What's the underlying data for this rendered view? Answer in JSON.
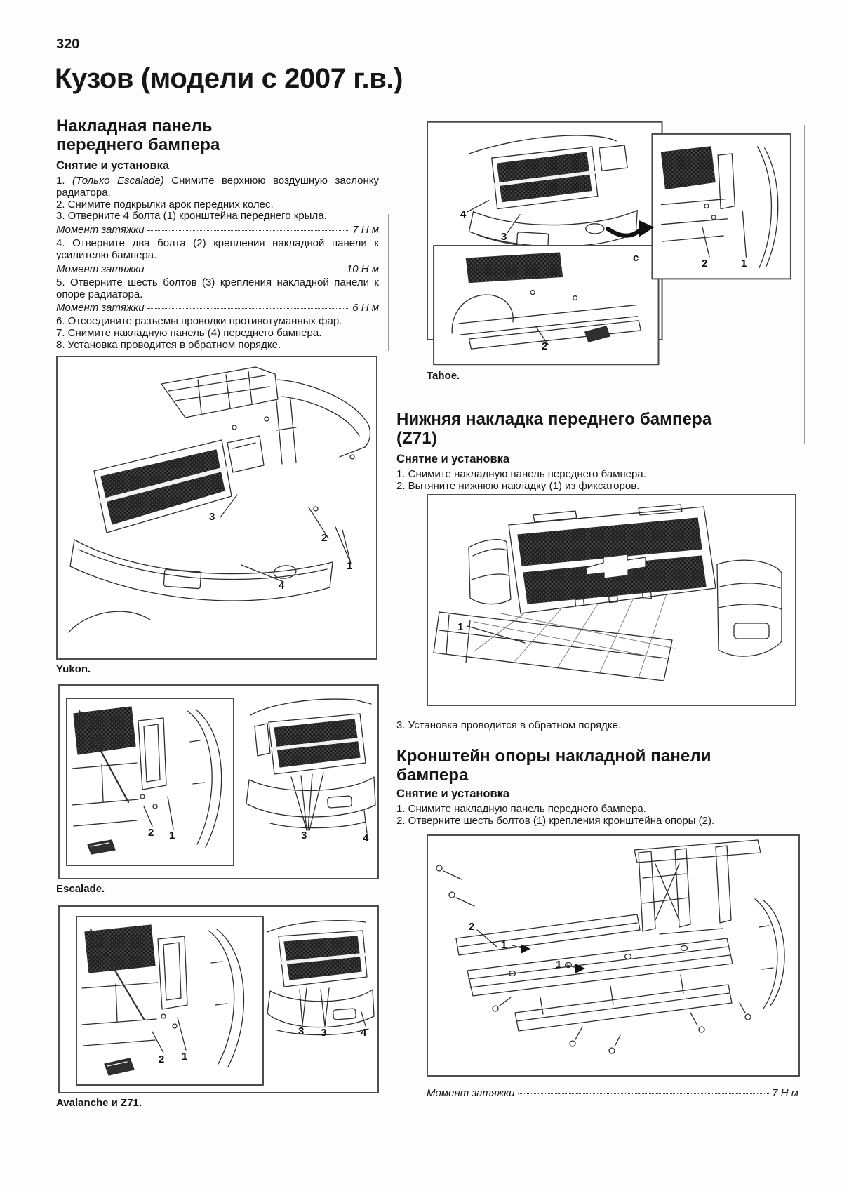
{
  "page": {
    "number": "320",
    "title": "Кузов (модели с 2007 г.в.)"
  },
  "left": {
    "heading1": "Накладная панель",
    "heading2": "переднего бампера",
    "sub": "Снятие и установка",
    "step1_num": "1.",
    "step1_italic": "(Только Escalade)",
    "step1_text": "Снимите верхнюю воздушную заслонку радиатора.",
    "step2": "2. Снимите подкрылки арок передних колес.",
    "step3": "3. Отверните 4 болта (1) кронштейна переднего крыла.",
    "torque1_label": "Момент затяжки",
    "torque1_value": "7 Н м",
    "step4": "4. Отверните два болта (2) крепления накладной панели к усилителю бампера.",
    "torque2_label": "Момент затяжки",
    "torque2_value": "10 Н м",
    "step5": "5. Отверните шесть болтов (3) крепления накладной панели к опоре радиатора.",
    "torque3_label": "Момент затяжки",
    "torque3_value": "6 Н м",
    "step6": "6. Отсоедините разъемы проводки противотуманных фар.",
    "step7": "7. Снимите накладную панель (4) переднего бампера.",
    "step8": "8. Установка проводится в обратном порядке.",
    "caption_yukon": "Yukon.",
    "caption_escalade": "Escalade.",
    "caption_avalanche": "Avalanche и Z71."
  },
  "right": {
    "caption_tahoe": "Tahoe.",
    "z71_heading1": "Нижняя накладка переднего бампера",
    "z71_heading2": "(Z71)",
    "z71_sub": "Снятие и установка",
    "z71_step1": "1. Снимите накладную панель переднего бампера.",
    "z71_step2": "2. Вытяните нижнюю накладку (1) из фиксаторов.",
    "z71_step3": "3. Установка проводится в обратном порядке.",
    "bracket_heading1": "Кронштейн опоры накладной панели",
    "bracket_heading2": "бампера",
    "bracket_sub": "Снятие и установка",
    "bracket_step1": "1. Снимите накладную панель переднего бампера.",
    "bracket_step2": "2. Отверните шесть болтов (1) крепления кронштейна опоры (2).",
    "torque_label": "Момент затяжки",
    "torque_value": "7 Н м"
  },
  "callouts": {
    "yukon": [
      "3",
      "2",
      "1",
      "4"
    ],
    "escalade": [
      "2",
      "1",
      "3",
      "4"
    ],
    "avalanche": [
      "2",
      "1",
      "3",
      "3",
      "4"
    ],
    "tahoe": [
      "4",
      "3",
      "2",
      "1",
      "c",
      "2"
    ],
    "z71": [
      "1"
    ],
    "bracket": [
      "2",
      "1",
      "1"
    ]
  }
}
